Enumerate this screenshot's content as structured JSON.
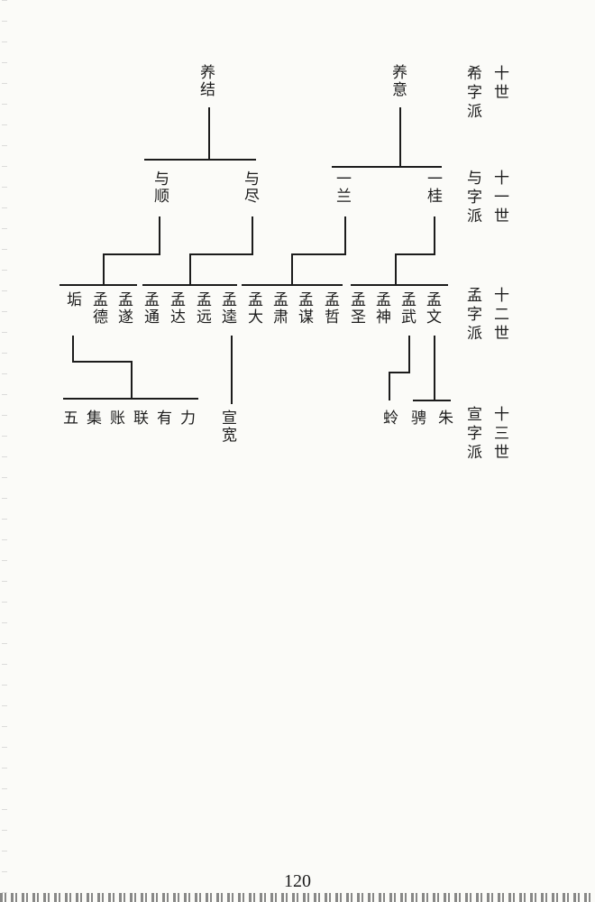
{
  "generations": [
    {
      "num": "十世",
      "pai": "希字派"
    },
    {
      "num": "十一世",
      "pai": "与字派"
    },
    {
      "num": "十二世",
      "pai": "孟字派"
    },
    {
      "num": "十三世",
      "pai": "宣字派"
    }
  ],
  "gen10": [
    "养结",
    "养意"
  ],
  "gen11": [
    "与顺",
    "与尽",
    "一兰",
    "一桂"
  ],
  "gen12": [
    "垢",
    "孟德",
    "孟遂",
    "孟通",
    "孟达",
    "孟远",
    "孟逵",
    "孟大",
    "孟肃",
    "孟谋",
    "孟哲",
    "孟圣",
    "孟神",
    "孟武",
    "孟文"
  ],
  "gen13": [
    "五",
    "集",
    "账",
    "联",
    "有",
    "力",
    "宣宽",
    "蛉",
    "骋",
    "朱"
  ],
  "page_number": "120"
}
